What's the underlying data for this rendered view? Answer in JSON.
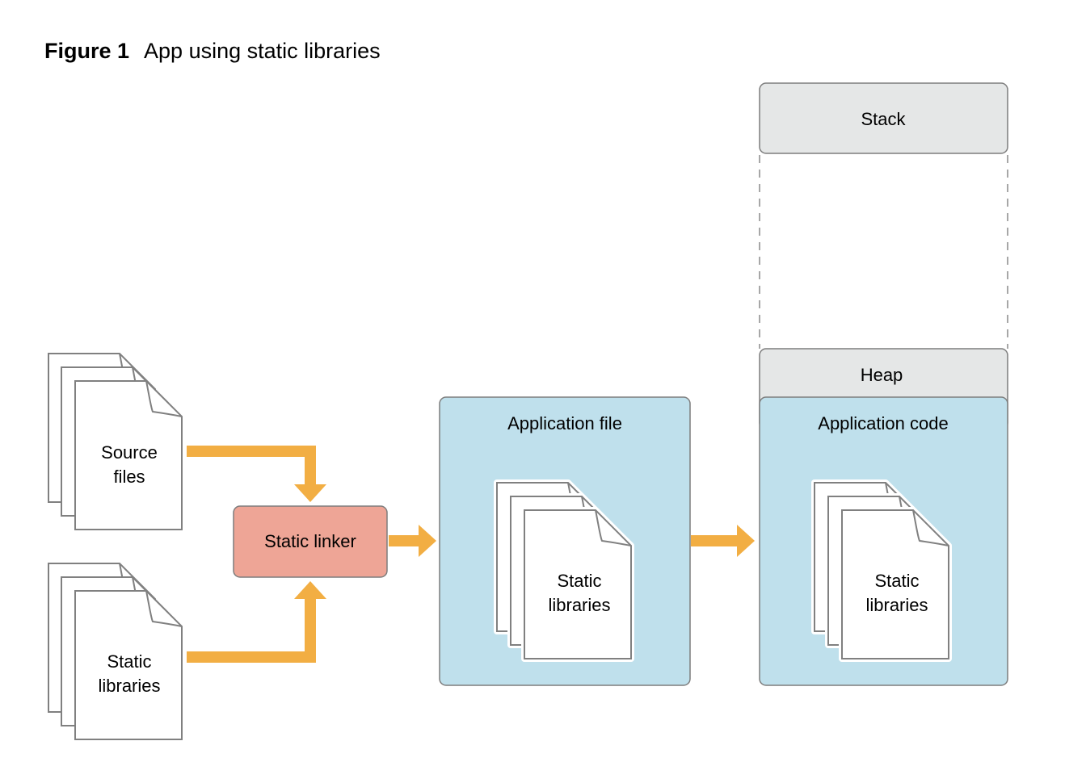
{
  "figure": {
    "number": "Figure 1",
    "caption": "App using static libraries"
  },
  "inputs": {
    "source_files": [
      "Source",
      "files"
    ],
    "static_libraries": [
      "Static",
      "libraries"
    ]
  },
  "linker": {
    "label": "Static linker"
  },
  "application_file": {
    "title": "Application file",
    "contents": [
      "Static",
      "libraries"
    ]
  },
  "memory": {
    "stack": "Stack",
    "heap": "Heap",
    "application_code": "Application code",
    "contents": [
      "Static",
      "libraries"
    ]
  },
  "colors": {
    "arrow": "#f2ae43",
    "linker_fill": "#eea596",
    "container_fill": "#bfe0ec",
    "memory_gray": "#e5e7e7",
    "border": "#7d7d7d"
  }
}
